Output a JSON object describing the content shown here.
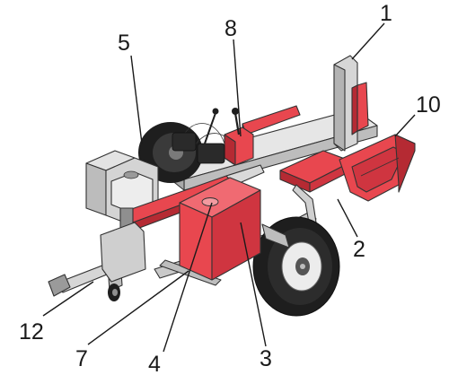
{
  "colors": {
    "red": "#e8474f",
    "red_dark": "#b52a33",
    "red_shade": "#cf3540",
    "grey": "#cfcfcf",
    "grey_light": "#e6e6e6",
    "grey_dark": "#8f8f8f",
    "black": "#1e1e1e"
  },
  "callouts": [
    {
      "id": "beam-wedge",
      "label": "1"
    },
    {
      "id": "log-cradle",
      "label": "2"
    },
    {
      "id": "wheel",
      "label": "3"
    },
    {
      "id": "fuel-tank",
      "label": "4"
    },
    {
      "id": "engine-flywheel",
      "label": "5"
    },
    {
      "id": "hydraulic-cylinder",
      "label": "7"
    },
    {
      "id": "control-valve",
      "label": "8"
    },
    {
      "id": "log-catcher",
      "label": "10"
    },
    {
      "id": "jack-stand",
      "label": "12"
    }
  ]
}
